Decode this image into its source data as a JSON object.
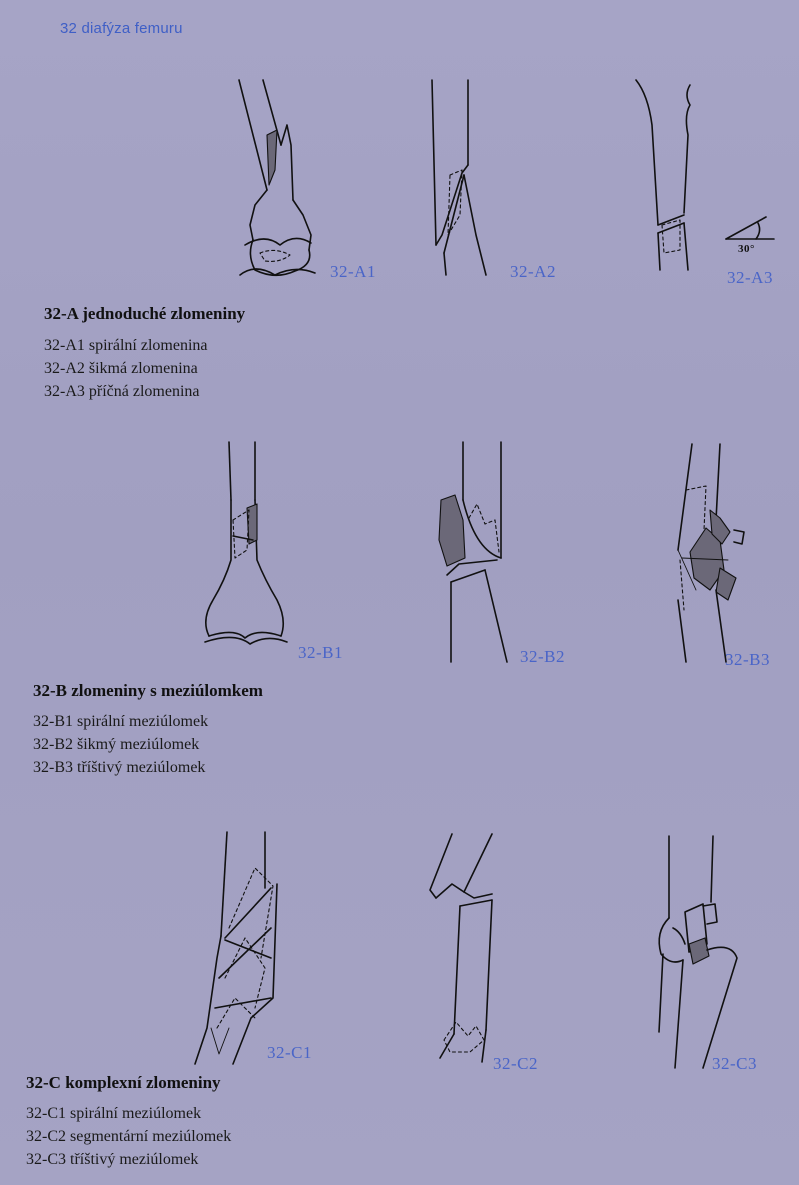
{
  "header": {
    "title": "32 diafýza femuru"
  },
  "figure_labels": {
    "a1": "32-A1",
    "a2": "32-A2",
    "a3": "32-A3",
    "b1": "32-B1",
    "b2": "32-B2",
    "b3": "32-B3",
    "c1": "32-C1",
    "c2": "32-C2",
    "c3": "32-C3",
    "angle": "30°"
  },
  "sections": {
    "a": {
      "title": "32-A jednoduché zlomeniny",
      "items": [
        "32-A1 spirální zlomenina",
        "32-A2 šikmá zlomenina",
        "32-A3 příčná zlomenina"
      ]
    },
    "b": {
      "title": "32-B zlomeniny s meziúlomkem",
      "items": [
        "32-B1 spirální meziúlomek",
        "32-B2 šikmý meziúlomek",
        "32-B3 tříštivý meziúlomek"
      ]
    },
    "c": {
      "title": "32-C komplexní zlomeniny",
      "items": [
        "32-C1 spirální meziúlomek",
        "32-C2 segmentární meziúlomek",
        "32-C3 tříštivý meziúlomek"
      ]
    }
  }
}
